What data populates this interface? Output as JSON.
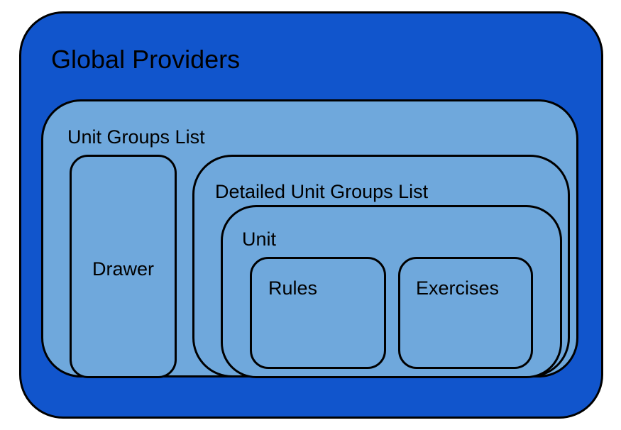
{
  "colors": {
    "outer_fill": "#1155cc",
    "inner_fill": "#6fa8dc",
    "stroke": "#000000",
    "text": "#000000"
  },
  "diagram": {
    "global_providers": "Global Providers",
    "unit_groups_list": "Unit Groups List",
    "drawer": "Drawer",
    "detailed_unit_groups_list": "Detailed Unit Groups List",
    "unit": "Unit",
    "rules": "Rules",
    "exercises": "Exercises"
  }
}
